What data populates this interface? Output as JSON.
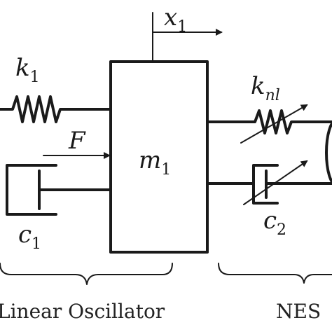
{
  "diagram": {
    "mass": {
      "symbol": "m",
      "subscript": "1"
    },
    "displacement": {
      "symbol": "x",
      "subscript": "1"
    },
    "spring_linear": {
      "symbol": "k",
      "subscript": "1"
    },
    "spring_nonlinear": {
      "symbol": "k",
      "subscript": "nl"
    },
    "damper_linear": {
      "symbol": "c",
      "subscript": "1"
    },
    "damper_nes": {
      "symbol": "c",
      "subscript": "2"
    },
    "force": {
      "symbol": "F"
    },
    "groups": {
      "left": "Linear Oscillator",
      "right": "NES"
    }
  }
}
